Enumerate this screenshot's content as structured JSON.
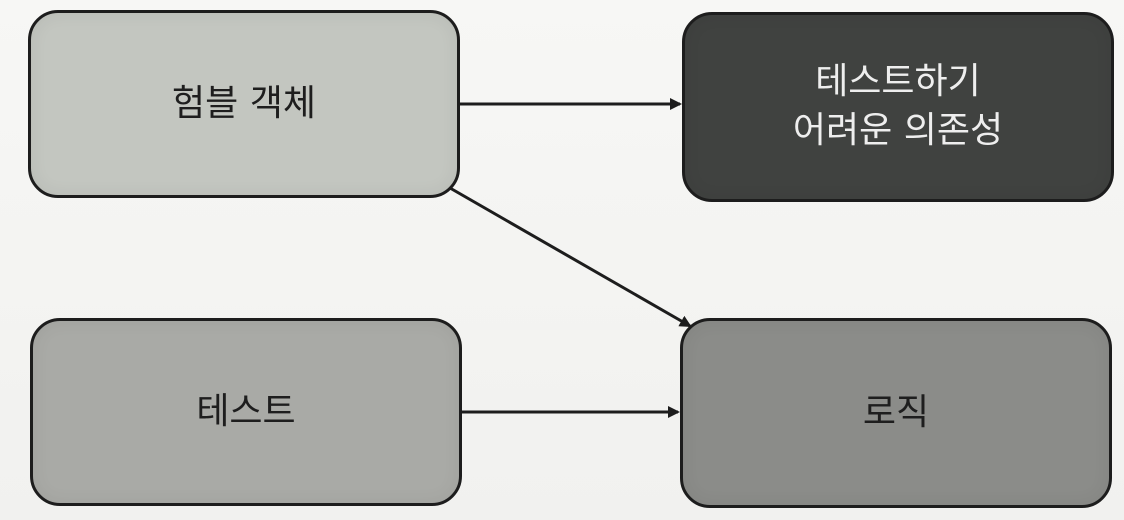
{
  "diagram": {
    "nodes": {
      "humble_object": {
        "label": "험블 객체"
      },
      "hard_to_test_dependency": {
        "label": "테스트하기\n어려운 의존성"
      },
      "test": {
        "label": "테스트"
      },
      "logic": {
        "label": "로직"
      }
    },
    "edges": [
      {
        "from": "humble_object",
        "to": "hard_to_test_dependency"
      },
      {
        "from": "humble_object",
        "to": "logic"
      },
      {
        "from": "test",
        "to": "logic"
      }
    ]
  }
}
